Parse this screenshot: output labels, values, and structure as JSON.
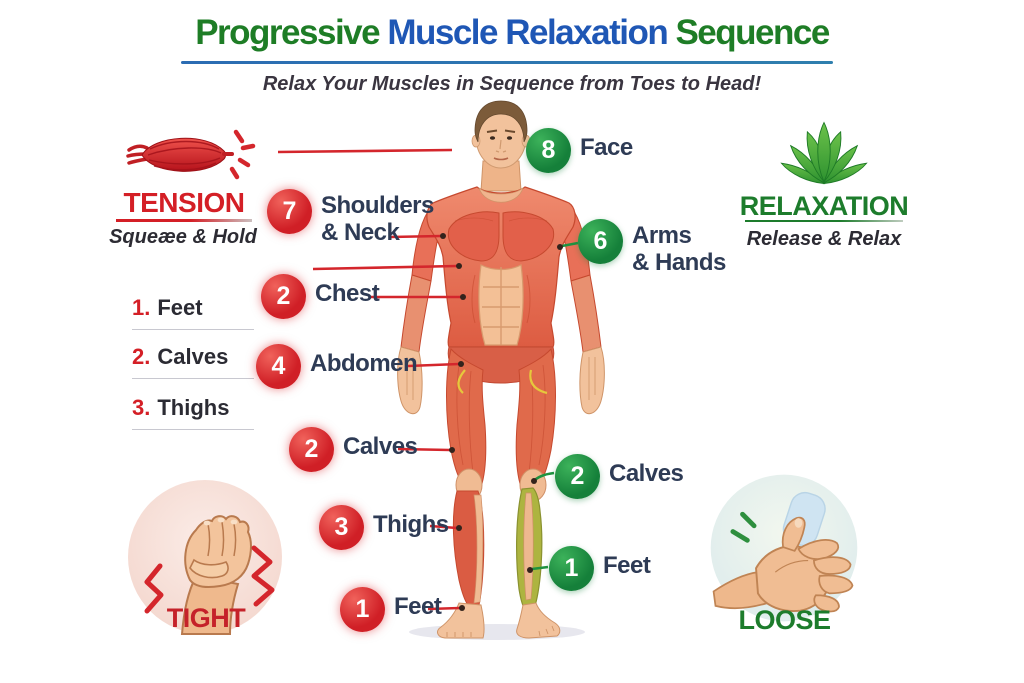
{
  "header": {
    "title_green1": "Progressive ",
    "title_blue": "Muscle Relaxation ",
    "title_green2": "Sequence",
    "subtitle": "Relax Your Muscles in Sequence from Toes to Head!"
  },
  "tension_panel": {
    "icon": "muscle-icon",
    "title": "TENSION",
    "tagline": "Squeæe & Hold",
    "steps": [
      {
        "num": "1.",
        "label": "Feet"
      },
      {
        "num": "2.",
        "label": "Calves"
      },
      {
        "num": "3.",
        "label": "Thighs"
      }
    ]
  },
  "relaxation_panel": {
    "icon": "lotus-icon",
    "title": "RELAXATION",
    "tagline": "Release & Relax"
  },
  "body_labels": [
    {
      "num": "7",
      "line1": "Shoulders",
      "line2": "& Neck",
      "color": "red",
      "target": "shoulders-neck"
    },
    {
      "num": "2",
      "line1": "Chest",
      "color": "red",
      "target": "chest"
    },
    {
      "num": "4",
      "line1": "Abdomen",
      "color": "red",
      "target": "abdomen"
    },
    {
      "num": "2",
      "line1": "Calves",
      "color": "red",
      "target": "calves-left"
    },
    {
      "num": "3",
      "line1": "Thighs",
      "color": "red",
      "target": "thighs-left"
    },
    {
      "num": "1",
      "line1": "Feet",
      "color": "red",
      "target": "feet-left"
    },
    {
      "num": "8",
      "line1": "Face",
      "color": "green",
      "target": "face"
    },
    {
      "num": "6",
      "line1": "Arms",
      "line2": "& Hands",
      "color": "green",
      "target": "arms-hands"
    },
    {
      "num": "2",
      "line1": "Calves",
      "color": "green",
      "target": "calves-right"
    },
    {
      "num": "1",
      "line1": "Feet",
      "color": "green",
      "target": "feet-right"
    }
  ],
  "badges": {
    "tight": "TIGHT",
    "loose": "LOOSE",
    "tight_icon": "fist-icon",
    "loose_icon": "open-hand-icon"
  },
  "figure": {
    "name": "anatomical-muscle-figure",
    "highlighted_calf": "left-calf-olive"
  },
  "colors": {
    "tension_red": "#d41f26",
    "relax_green": "#1d7c2c",
    "badge_red": "#d01f26",
    "badge_green": "#1a8a3c",
    "label_navy": "#2e3b55",
    "title_green": "#1e7d26",
    "title_blue": "#1f57b5",
    "muscle_salmon": "#e87058",
    "highlight_olive": "#adb440"
  }
}
